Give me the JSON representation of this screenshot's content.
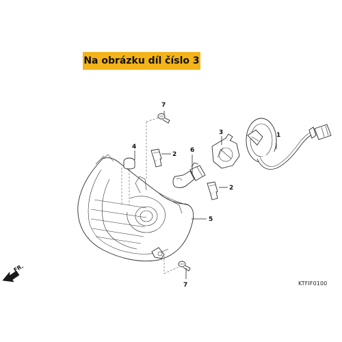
{
  "banner": {
    "text": "Na obrázku díl číslo 3",
    "color": "#f3b319"
  },
  "diagram_code": "KTFIF0100",
  "direction": {
    "label": "FR.",
    "icon": "front-direction-arrow-icon"
  },
  "callouts": {
    "c1": "1",
    "c2a": "2",
    "c2b": "2",
    "c3": "3",
    "c4": "4",
    "c5": "5",
    "c6": "6",
    "c7a": "7",
    "c7b": "7"
  }
}
